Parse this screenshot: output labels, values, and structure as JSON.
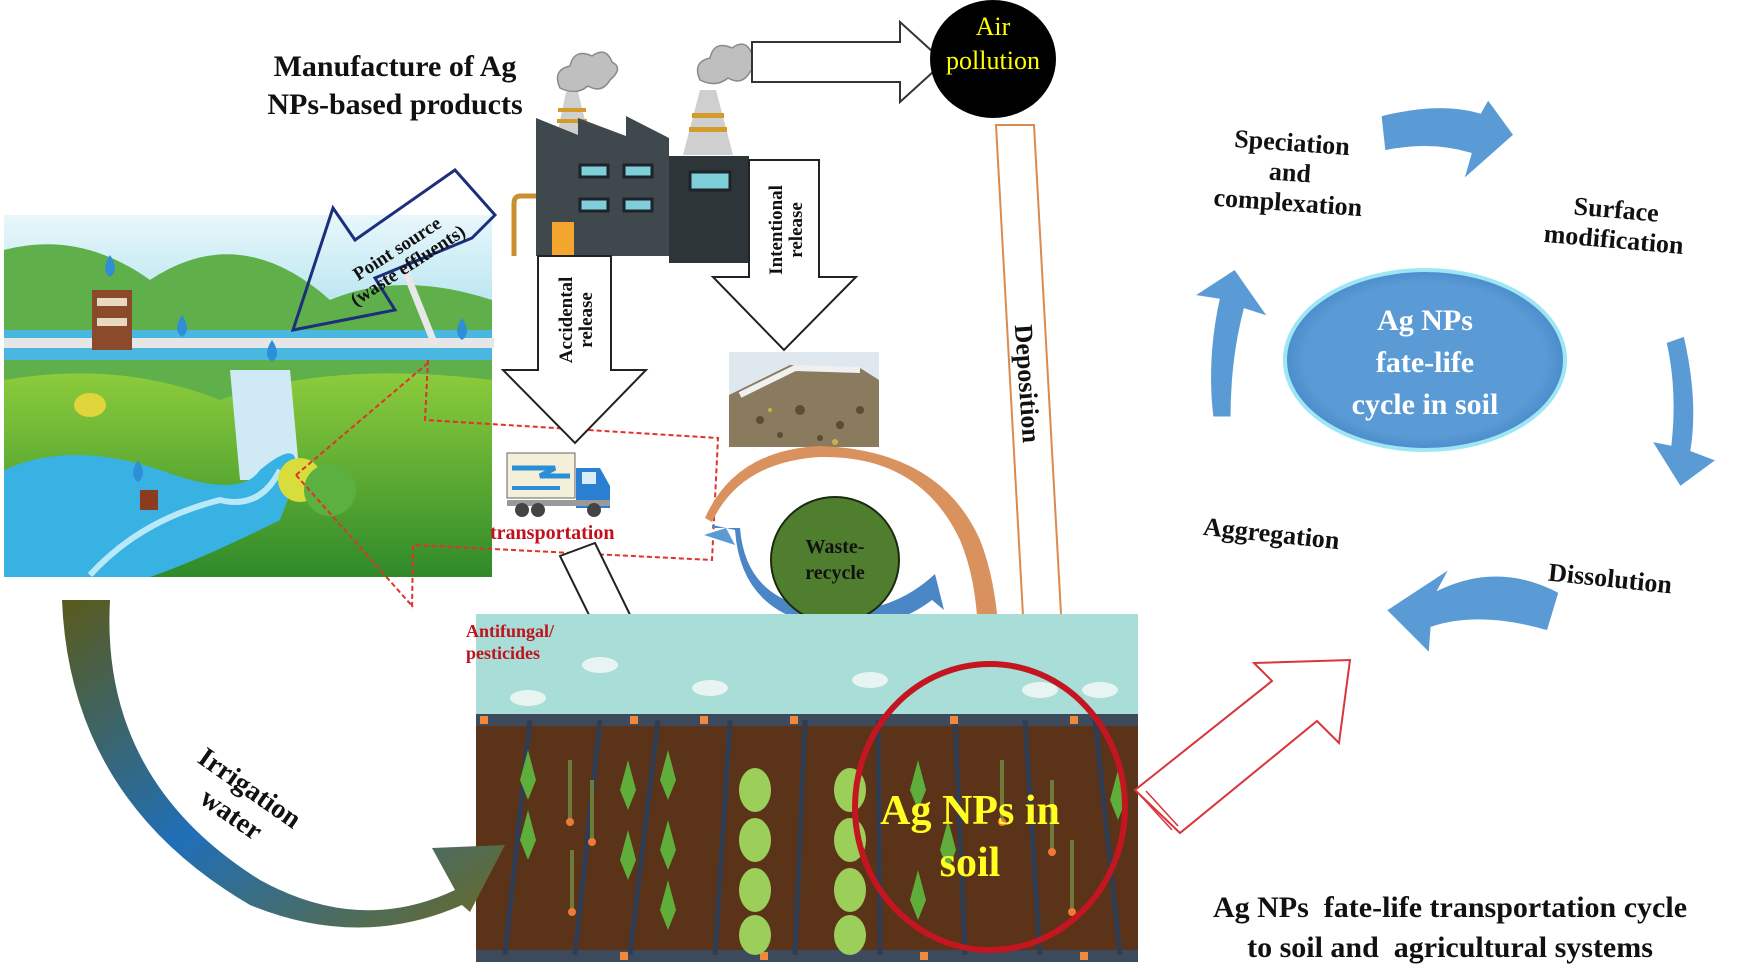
{
  "title": {
    "line1": "Manufacture of Ag",
    "line2": "NPs-based products"
  },
  "air_pollution": {
    "line1": "Air",
    "line2": "pollution"
  },
  "arrows": {
    "point_source_line1": "Point source",
    "point_source_line2": "(waste effluents)",
    "accidental_line1": "Accidental",
    "accidental_line2": "release",
    "intentional_line1": "Intentional",
    "intentional_line2": "release",
    "deposition": "Deposition",
    "irrigation_line1": "Irrigation",
    "irrigation_line2": "water"
  },
  "transportation": "transportation",
  "antifungal": {
    "line1": "Antifungal/",
    "line2": "pesticides"
  },
  "waste_recycle": {
    "line1": "Waste-",
    "line2": "recycle"
  },
  "soil_label": {
    "line1": "Ag NPs in",
    "line2": "soil"
  },
  "cycle": {
    "center_line1": "Ag NPs",
    "center_line2": "fate-life",
    "center_line3": "cycle in soil",
    "stages": [
      {
        "line1": "Speciation",
        "line2": "and",
        "line3": "complexation"
      },
      {
        "line1": "Surface",
        "line2": "modification"
      },
      {
        "line1": "Dissolution"
      },
      {
        "line1": "Aggregation"
      }
    ]
  },
  "caption": {
    "line1": "Ag NPs  fate-life transportation cycle",
    "line2": "to soil and  agricultural systems"
  },
  "colors": {
    "cycle_blue": "#5b9bd5",
    "air_text": "#ffff00",
    "red_label": "#c0121c",
    "factory": "#3a4246",
    "soil": "#5a3318",
    "sky": "#a8ddd8",
    "deposition": "#d98a50",
    "recycle_green": "#4f7f2e"
  }
}
